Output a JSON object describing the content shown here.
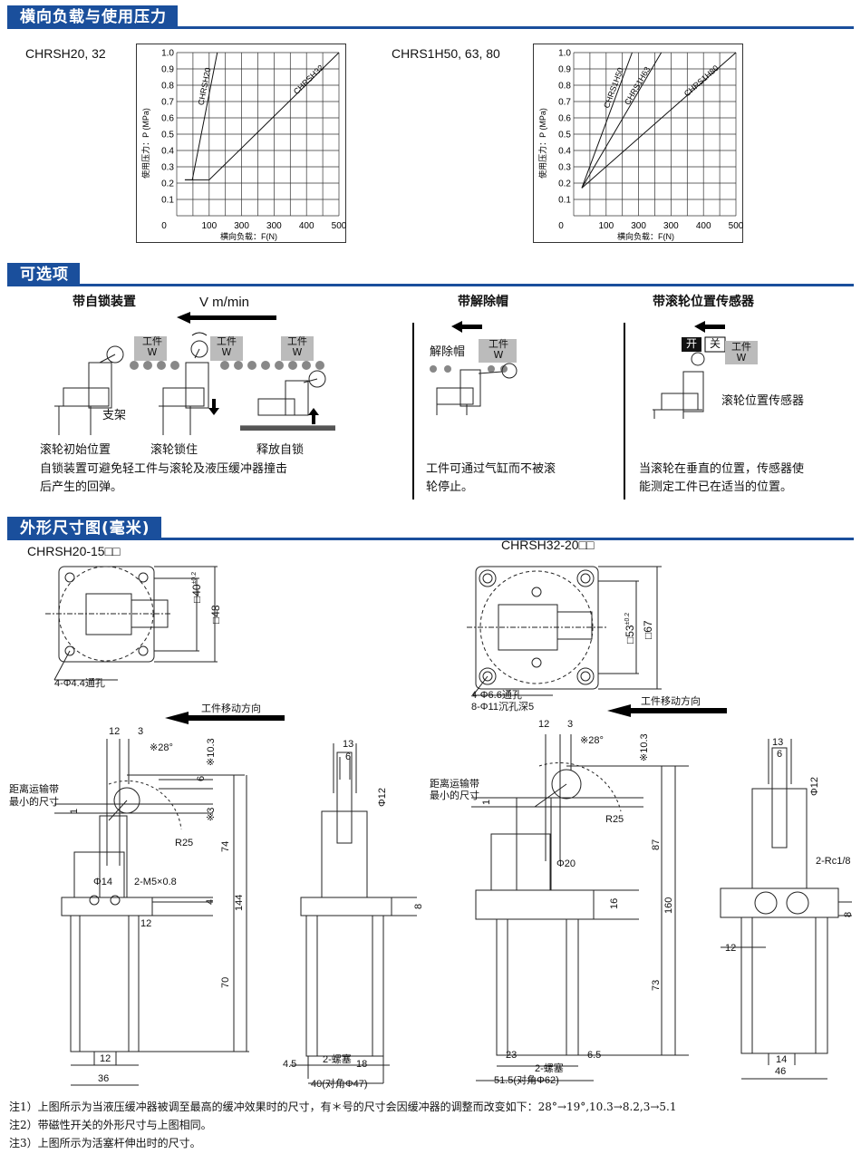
{
  "sections": {
    "lateral_load": "横向负载与使用压力",
    "options": "可选项",
    "dimensions": "外形尺寸图(毫米)"
  },
  "chart_data": [
    {
      "type": "line",
      "title": "CHRSH20, 32",
      "xlabel": "横向负载：F(N)",
      "ylabel": "使用压力：P (MPa)",
      "xlim": [
        0,
        500
      ],
      "ylim": [
        0,
        1.0
      ],
      "x_ticks": [
        "0",
        "100",
        "300",
        "300",
        "400",
        "500"
      ],
      "y_ticks": [
        "0.1",
        "0.2",
        "0.3",
        "0.4",
        "0.5",
        "0.6",
        "0.7",
        "0.8",
        "0.9",
        "1.0"
      ],
      "grid": true,
      "series": [
        {
          "name": "CHRSH20",
          "x": [
            25,
            48,
            125
          ],
          "y": [
            0.22,
            0.22,
            1.0
          ]
        },
        {
          "name": "CHRSH32",
          "x": [
            25,
            100,
            500
          ],
          "y": [
            0.22,
            0.22,
            1.0
          ]
        }
      ]
    },
    {
      "type": "line",
      "title": "CHRS1H50, 63, 80",
      "xlabel": "横向负载：F(N)",
      "ylabel": "使用压力：P (MPa)",
      "xlim": [
        0,
        500
      ],
      "ylim": [
        0,
        1.0
      ],
      "x_ticks": [
        "0",
        "100",
        "300",
        "300",
        "400",
        "500"
      ],
      "y_ticks": [
        "0.1",
        "0.2",
        "0.3",
        "0.4",
        "0.5",
        "0.6",
        "0.7",
        "0.8",
        "0.9",
        "1.0"
      ],
      "grid": true,
      "series": [
        {
          "name": "CHRS1H50",
          "x": [
            25,
            180
          ],
          "y": [
            0.17,
            1.0
          ]
        },
        {
          "name": "CHRS1H63",
          "x": [
            25,
            270
          ],
          "y": [
            0.17,
            1.0
          ]
        },
        {
          "name": "CHRS1H80",
          "x": [
            25,
            500
          ],
          "y": [
            0.17,
            1.0
          ]
        }
      ]
    }
  ],
  "options": {
    "lock": {
      "title": "带自锁装置",
      "speed": "V m/min",
      "work": [
        "工件",
        "W"
      ],
      "bracket": "支架",
      "captions": [
        "滚轮初始位置",
        "滚轮锁住",
        "释放自锁"
      ],
      "desc_1": "自锁装置可避免轻工件与滚轮及液压缓冲器撞击",
      "desc_2": "后产生的回弹。"
    },
    "cap": {
      "title": "带解除帽",
      "label": "解除帽",
      "desc_1": "工件可通过气缸而不被滚",
      "desc_2": "轮停止。"
    },
    "sensor": {
      "title": "带滚轮位置传感器",
      "on": "开",
      "off": "关",
      "label": "滚轮位置传感器",
      "desc_1": "当滚轮在垂直的位置，传感器使",
      "desc_2": "能测定工件已在适当的位置。"
    }
  },
  "dims": {
    "left": {
      "model": "CHRSH20-15□□",
      "holes": "4-Φ4.4通孔",
      "sq40": "□40",
      "tol40": "±0.2",
      "sq48": "□48",
      "direction": "工件移动方向",
      "conveyor_1": "距离运输带",
      "conveyor_2": "最小的尺寸",
      "d12": "12",
      "d3": "3",
      "ang": "※28°",
      "d103": "※10.3",
      "d6": "6",
      "d1": "1",
      "d3b": "※3",
      "r25": "R25",
      "d74": "74",
      "d144": "144",
      "d70": "70",
      "phi14": "Φ14",
      "m5": "2-M5×0.8",
      "d4": "4",
      "d12b": "12",
      "d12c": "12",
      "d36": "36",
      "s13": "13",
      "s6": "6",
      "sphi12": "Φ12",
      "s8": "8",
      "s45": "4.5",
      "splug": "2-螺塞",
      "s18": "18",
      "s40": "40(对角Φ47)"
    },
    "right": {
      "model": "CHRSH32-20□□",
      "holes_1": "4-Φ6.6通孔",
      "holes_2": "8-Φ11沉孔深5",
      "sq53": "□53",
      "tol53": "±0.2",
      "sq67": "□67",
      "direction": "工件移动方向",
      "conveyor_1": "距离运输带",
      "conveyor_2": "最小的尺寸",
      "d12": "12",
      "d3": "3",
      "ang": "※28°",
      "d103": "※10.3",
      "d1": "1",
      "r25": "R25",
      "phi20": "Φ20",
      "d87": "87",
      "d16": "16",
      "d160": "160",
      "d73": "73",
      "d23": "23",
      "plug": "2-螺塞",
      "d65": "6.5",
      "d515": "51.5(对角Φ62)",
      "s13": "13",
      "s6": "6",
      "sphi12": "Φ12",
      "rc": "2-Rc1/8",
      "s8": "8",
      "s12": "12",
      "s14": "14",
      "s46": "46"
    }
  },
  "notes": [
    "注1）上图所示为当液压缓冲器被调至最高的缓冲效果时的尺寸，有＊号的尺寸会因缓冲器的调整而改变如下：28°→19°,10.3→8.2,3→5.1",
    "注2）带磁性开关的外形尺寸与上图相同。",
    "注3）上图所示为活塞杆伸出时的尺寸。"
  ]
}
